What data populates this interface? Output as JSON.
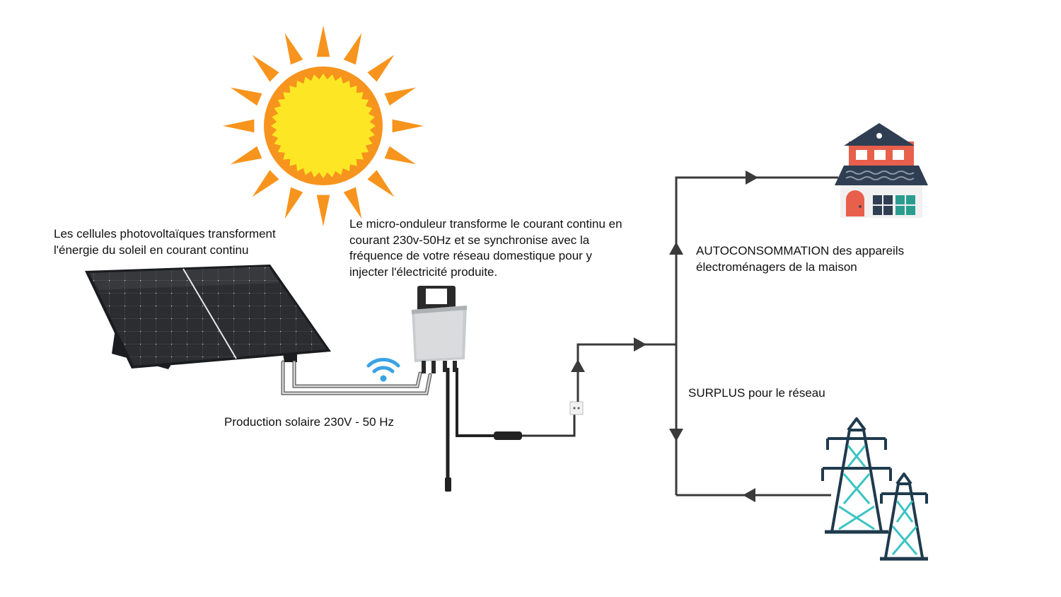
{
  "labels": {
    "cells": "Les cellules photovoltaïques transforment\nl'énergie du soleil en courant continu",
    "inverter": "Le micro-onduleur transforme le courant continu en\ncourant 230v-50Hz et se synchronise avec la\nfréquence de votre réseau domestique pour y\ninjecter l'électricité produite.",
    "self_consumption": "AUTOCONSOMMATION des appareils\nélectroménagers de la maison",
    "surplus": "SURPLUS pour le réseau",
    "production": "Production solaire 230V - 50 Hz"
  },
  "colors": {
    "sun_core": "#fde725",
    "sun_rays": "#f7941d",
    "panel": "#2b2d31",
    "flow_line": "#3a3a3a",
    "wifi": "#3aa3e3",
    "house_roof": "#2f3e52",
    "house_wall": "#e8604c",
    "pylon": "#1f3a4d",
    "pylon_accent": "#3cc3c3"
  },
  "icons": [
    "sun-icon",
    "solar-panel-icon",
    "micro-inverter-icon",
    "wifi-icon",
    "wall-socket-icon",
    "house-icon",
    "pylon-icon"
  ]
}
